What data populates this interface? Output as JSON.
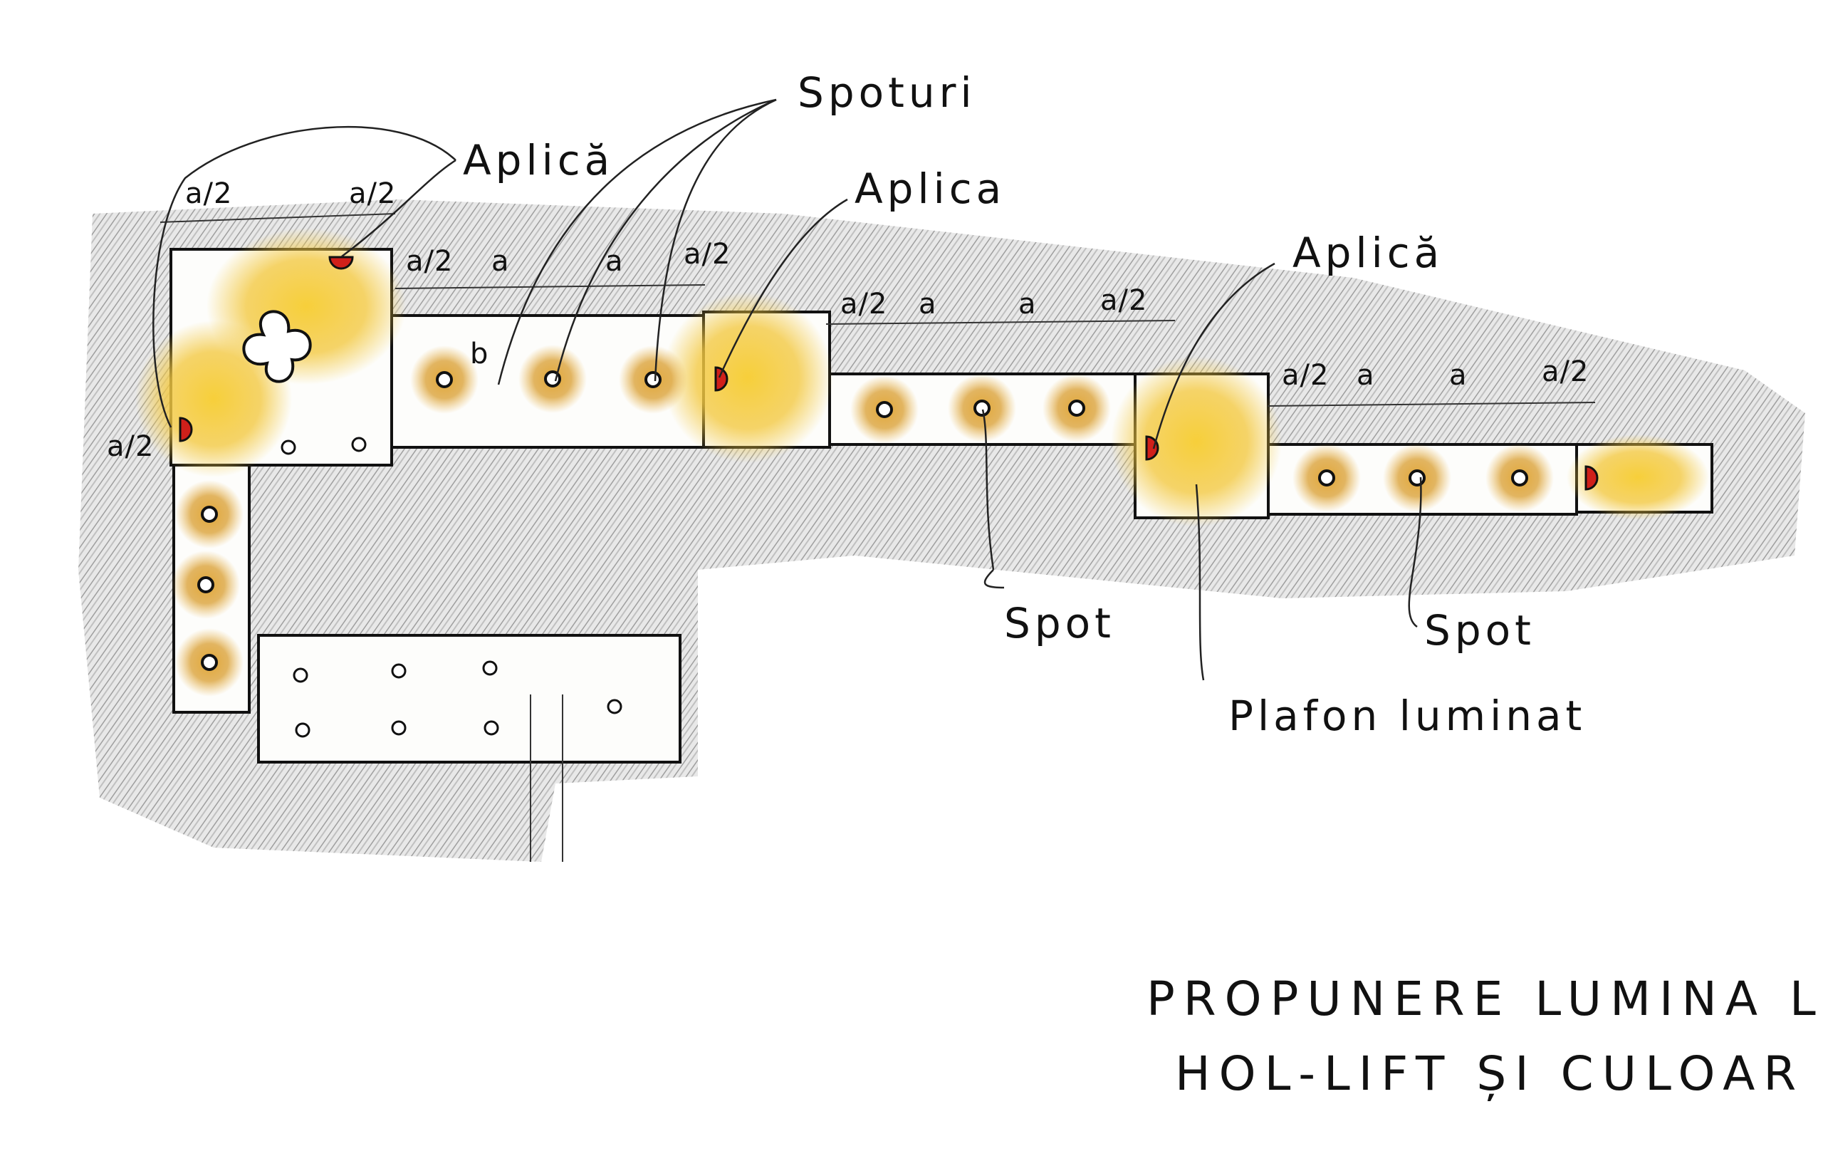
{
  "title": {
    "line1": "PROPUNERE LUMINA LA",
    "line2": "HOL-LIFT ȘI CULOAR"
  },
  "labels": {
    "aplica_1": "Aplică",
    "spoturi": "Spoturi",
    "aplica_2": "Aplica",
    "aplica_3": "Aplică",
    "spot_1": "Spot",
    "spot_2": "Spot",
    "plafon": "Plafon luminat"
  },
  "dimensions": {
    "half": "a/2",
    "full": "a",
    "b": "b"
  },
  "colors": {
    "hatch": "#9a9a9a",
    "light_glow": "#f2c230",
    "spot_ring": "#d19a2a",
    "aplica_red": "#d0201a",
    "ink": "#111111"
  }
}
